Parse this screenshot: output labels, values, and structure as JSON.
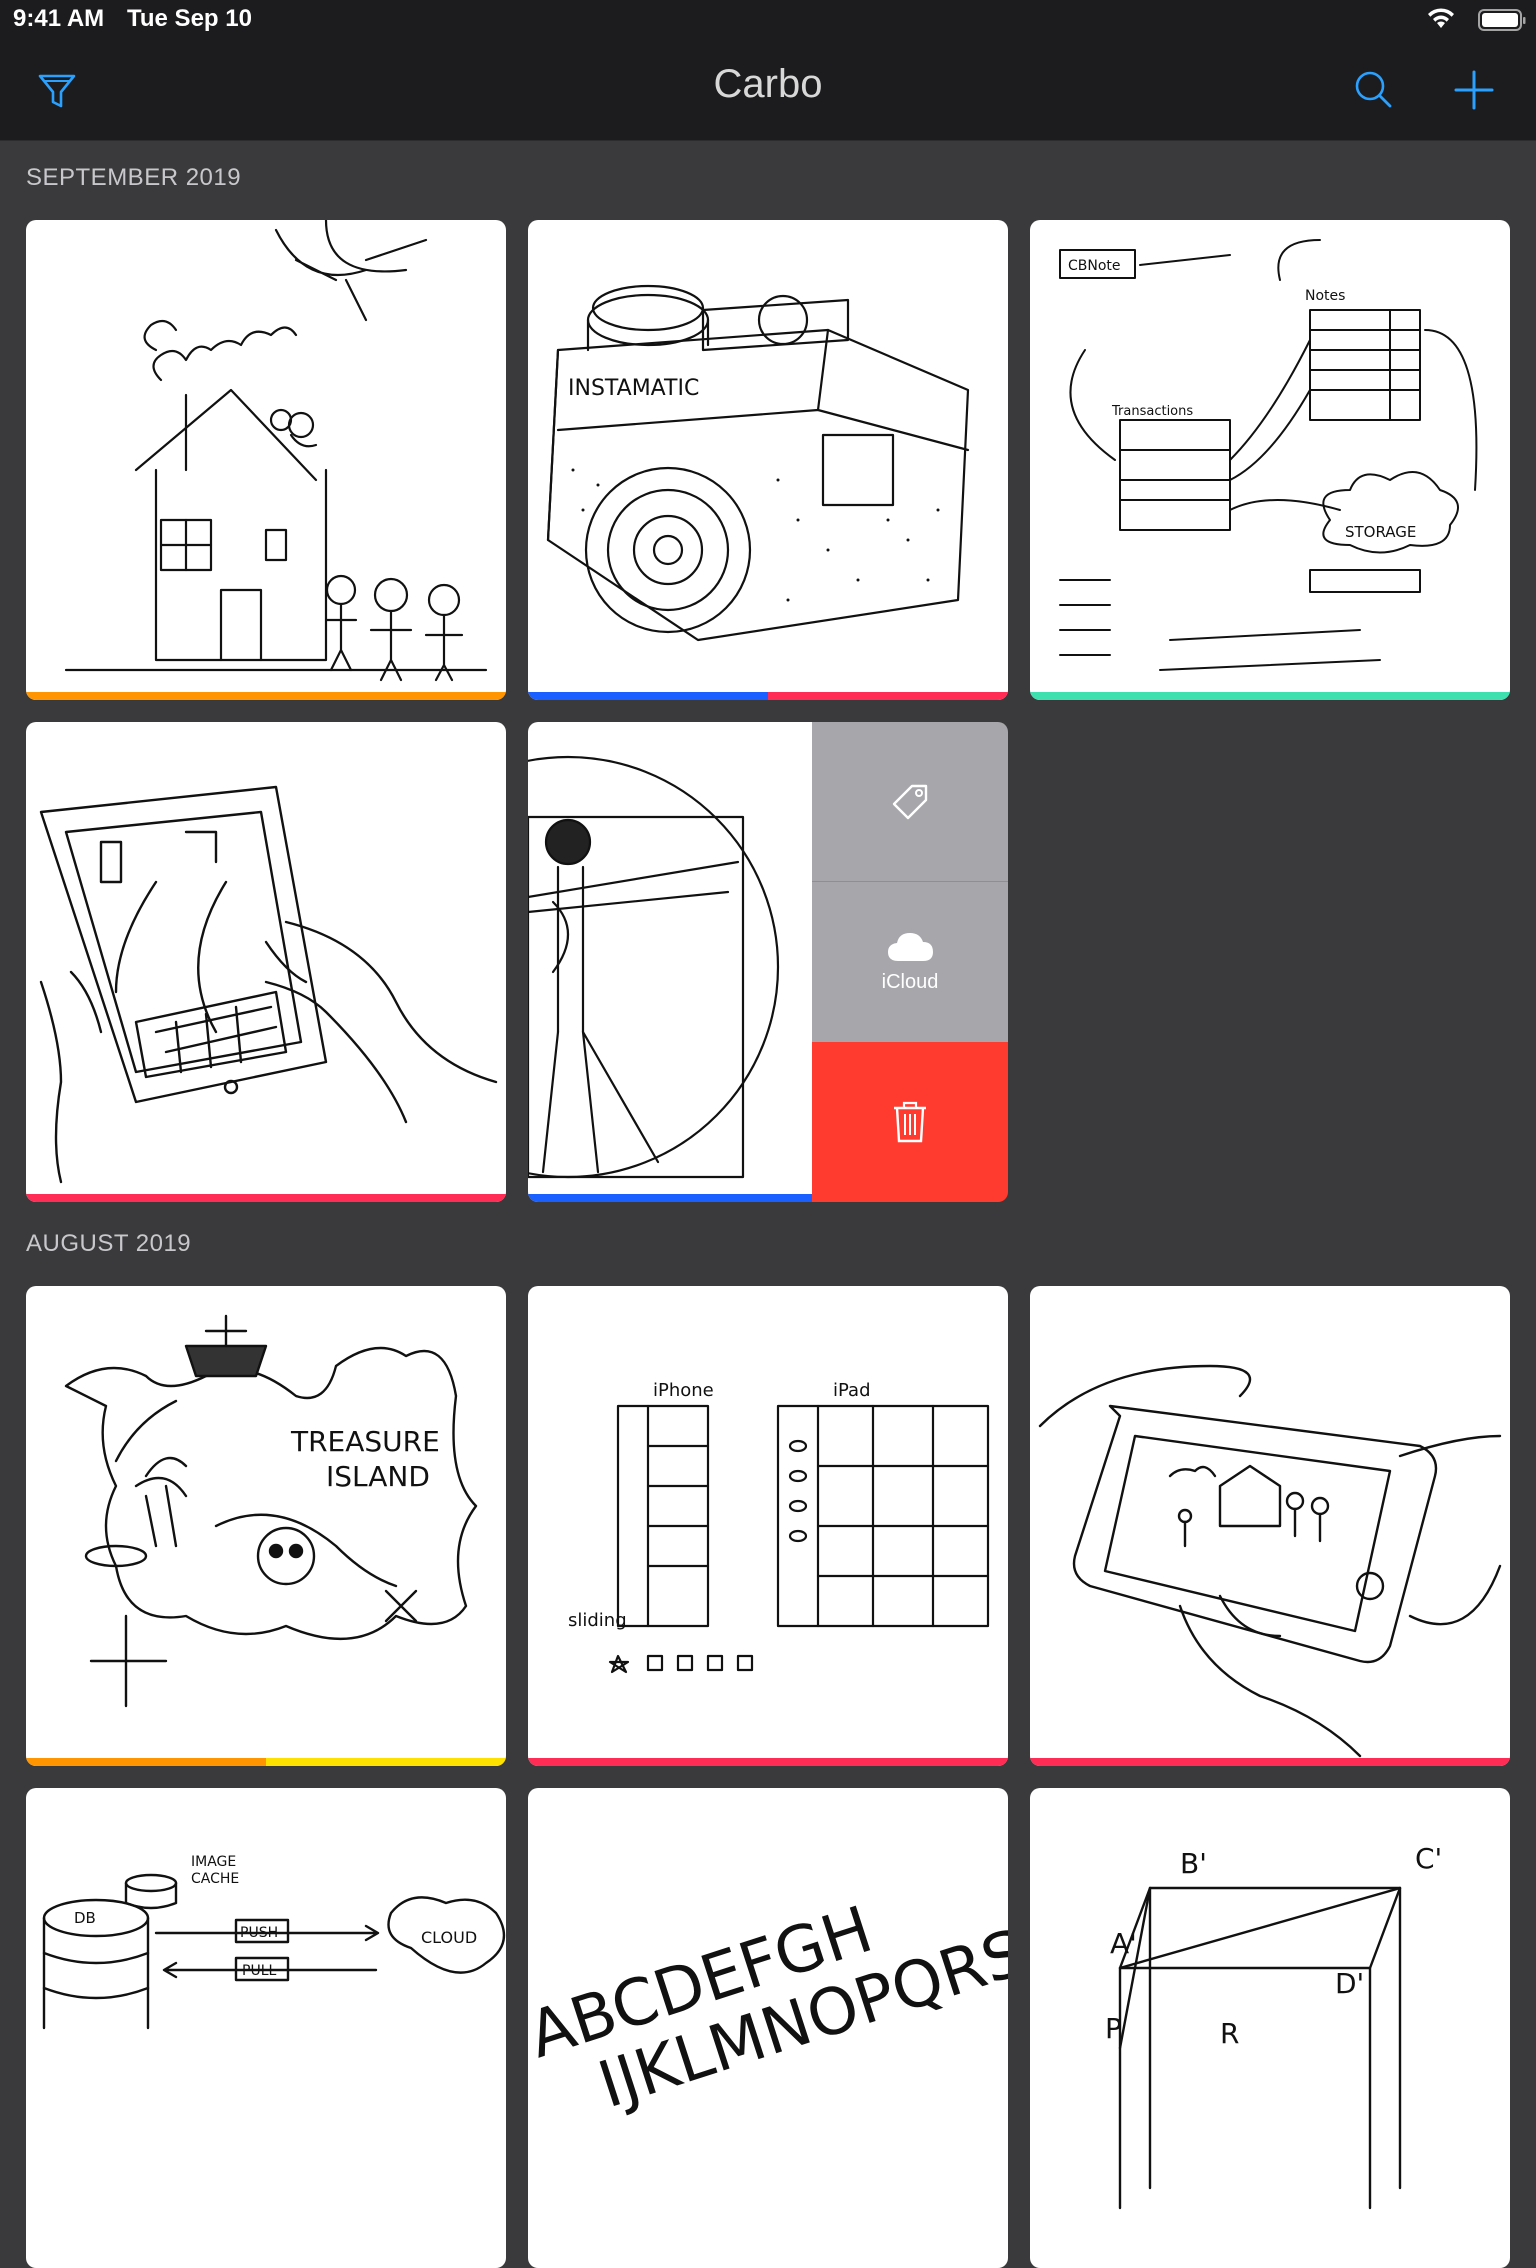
{
  "status_bar": {
    "time": "9:41 AM",
    "date": "Tue Sep 10"
  },
  "nav": {
    "title": "Carbo"
  },
  "sections": [
    {
      "title": "SEPTEMBER 2019"
    },
    {
      "title": "AUGUST 2019"
    }
  ],
  "swipe_actions": {
    "icloud_label": "iCloud"
  },
  "colors": {
    "orange": "#ff9500",
    "blue": "#1a5fff",
    "red": "#ff2d55",
    "teal": "#3ee0b0",
    "yellow": "#ffe100",
    "accent": "#2aa0ff",
    "delete": "#ff3b30"
  },
  "sketch_text": {
    "camera_brand": "INSTAMATIC",
    "diagram_note": "CBNote",
    "diagram_notes": "Notes",
    "diagram_storage": "STORAGE",
    "diagram_transactions": "Transactions",
    "map_title_1": "TREASURE",
    "map_title_2": "ISLAND",
    "wire_iphone": "iPhone",
    "wire_ipad": "iPad",
    "wire_sliding": "sliding",
    "db_label": "DB",
    "db_cache_1": "IMAGE",
    "db_cache_2": "CACHE",
    "db_push": "PUSH",
    "db_pull": "PULL",
    "db_cloud": "CLOUD",
    "alpha_1": "ABCDEFGH",
    "alpha_2": "IJKLMNOPQRS",
    "cube_b": "B'",
    "cube_c": "C'",
    "cube_a": "A'",
    "cube_d": "D'",
    "cube_p": "P",
    "cube_r": "R"
  }
}
